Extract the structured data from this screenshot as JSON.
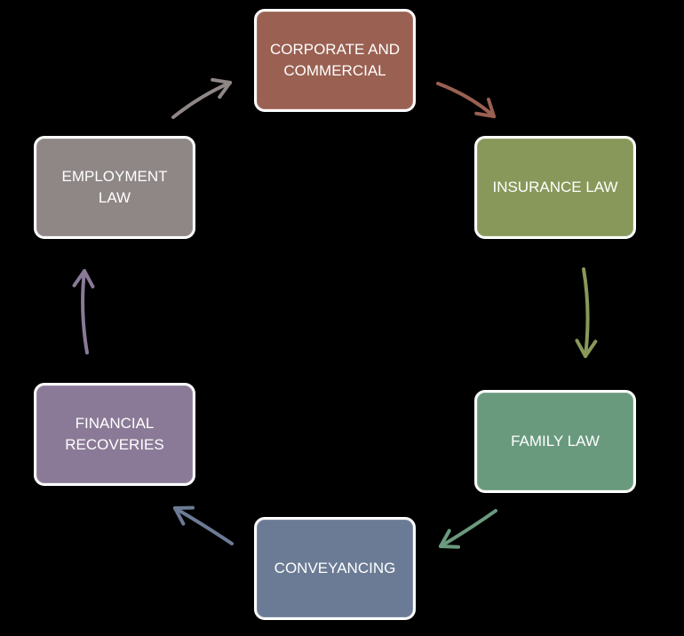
{
  "diagram": {
    "nodes": [
      {
        "id": "corporate",
        "label": "CORPORATE AND\nCOMMERCIAL",
        "color": "#9a6051"
      },
      {
        "id": "insurance",
        "label": "INSURANCE LAW",
        "color": "#88985a"
      },
      {
        "id": "family",
        "label": "FAMILY LAW",
        "color": "#6a9a7e"
      },
      {
        "id": "conveyancing",
        "label": "CONVEYANCING",
        "color": "#6b7b95"
      },
      {
        "id": "financial",
        "label": "FINANCIAL\nRECOVERIES",
        "color": "#8a7a97"
      },
      {
        "id": "employment",
        "label": "EMPLOYMENT\nLAW",
        "color": "#8f8686"
      }
    ],
    "arrows": [
      {
        "from": "corporate",
        "to": "insurance",
        "color": "#9a6051"
      },
      {
        "from": "insurance",
        "to": "family",
        "color": "#88985a"
      },
      {
        "from": "family",
        "to": "conveyancing",
        "color": "#6a9a7e"
      },
      {
        "from": "conveyancing",
        "to": "financial",
        "color": "#6b7b95"
      },
      {
        "from": "financial",
        "to": "employment",
        "color": "#8a7a97"
      },
      {
        "from": "employment",
        "to": "corporate",
        "color": "#8f8686"
      }
    ]
  }
}
